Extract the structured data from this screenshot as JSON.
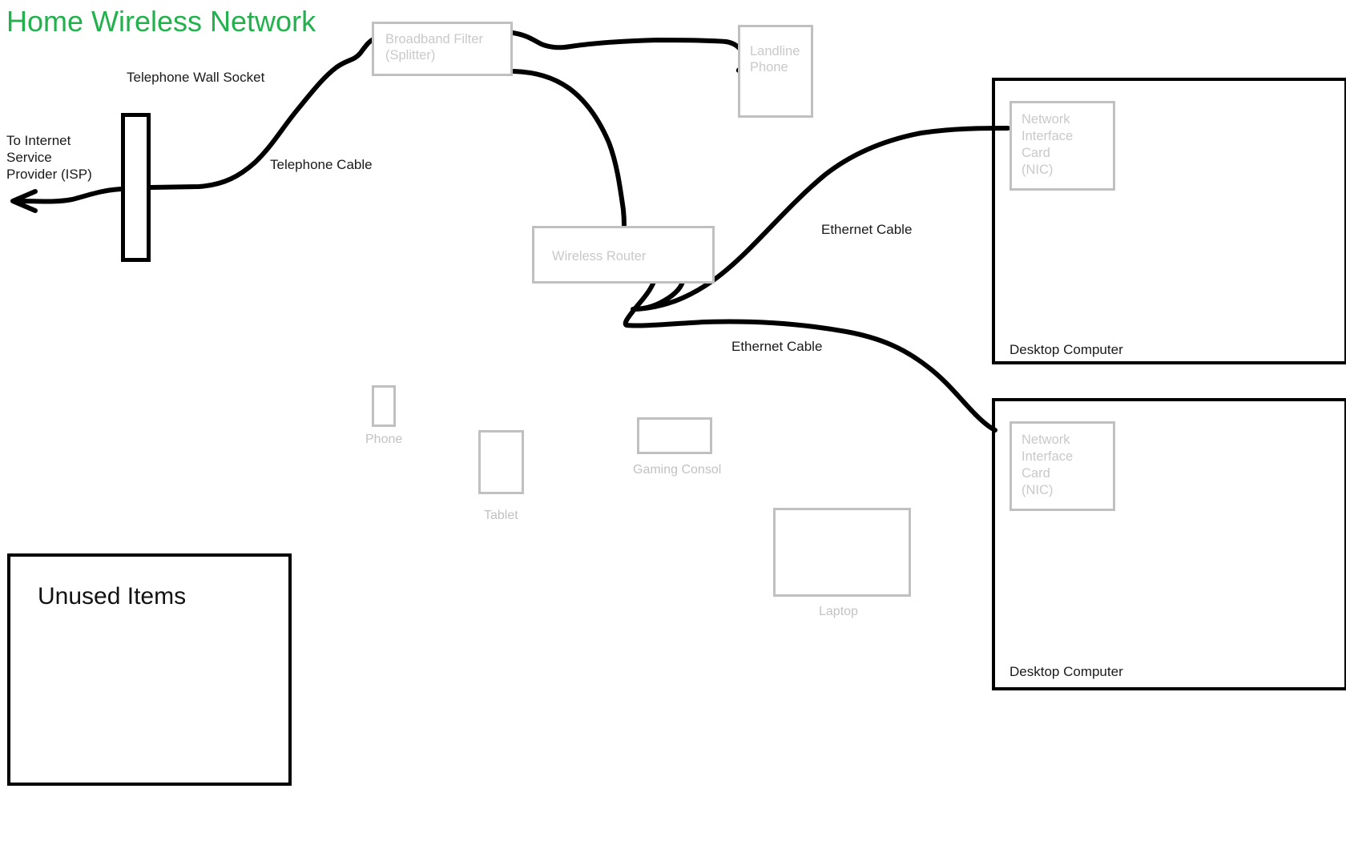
{
  "title": "Home Wireless Network",
  "accent_color": "#22B14C",
  "device_box_color": "#c0c0c0",
  "device_text_color": "#c9c9c9",
  "wire_color": "#000000",
  "labels": {
    "telephone_wall_socket": "Telephone Wall Socket",
    "to_isp": "To Internet\nService\nProvider (ISP)",
    "to_isp_line1": "To Internet",
    "to_isp_line2": "Service",
    "to_isp_line3": "Provider (ISP)",
    "telephone_cable": "Telephone Cable",
    "ethernet_cable_upper": "Ethernet Cable",
    "ethernet_cable_lower": "Ethernet Cable",
    "desktop_computer_top": "Desktop Computer",
    "desktop_computer_bottom": "Desktop Computer",
    "unused_items": "Unused Items"
  },
  "devices": {
    "broadband_filter": {
      "line1": "Broadband Filter",
      "line2": "(Splitter)"
    },
    "landline_phone": {
      "line1": "Landline",
      "line2": "Phone"
    },
    "wireless_router": {
      "label": "Wireless Router"
    },
    "nic_top": {
      "line1": "Network",
      "line2": "Interface",
      "line3": "Card",
      "line4": "(NIC)"
    },
    "nic_bottom": {
      "line1": "Network",
      "line2": "Interface",
      "line3": "Card",
      "line4": "(NIC)"
    }
  },
  "unused_items": {
    "phone": "Phone",
    "tablet": "Tablet",
    "gaming_console": "Gaming Consol",
    "laptop": "Laptop"
  }
}
